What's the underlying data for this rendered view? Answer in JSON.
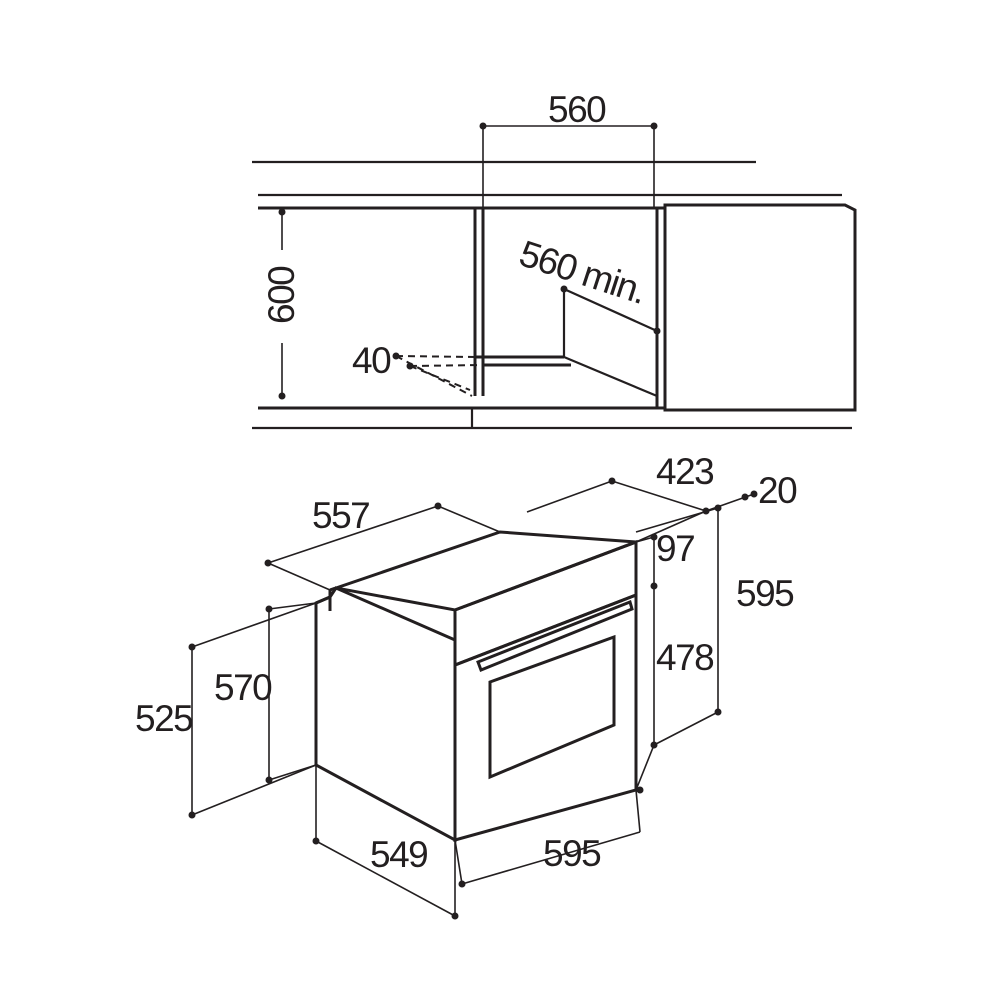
{
  "installation": {
    "niche_width": "560",
    "niche_height": "600",
    "niche_depth": "560 min.",
    "vent_gap": "40"
  },
  "oven": {
    "top_depth": "557",
    "control_panel_depth": "423",
    "front_offset": "20",
    "panel_height": "97",
    "overall_height": "595",
    "door_height": "478",
    "body_height": "570",
    "side_height": "525",
    "body_depth": "549",
    "overall_width": "595"
  }
}
